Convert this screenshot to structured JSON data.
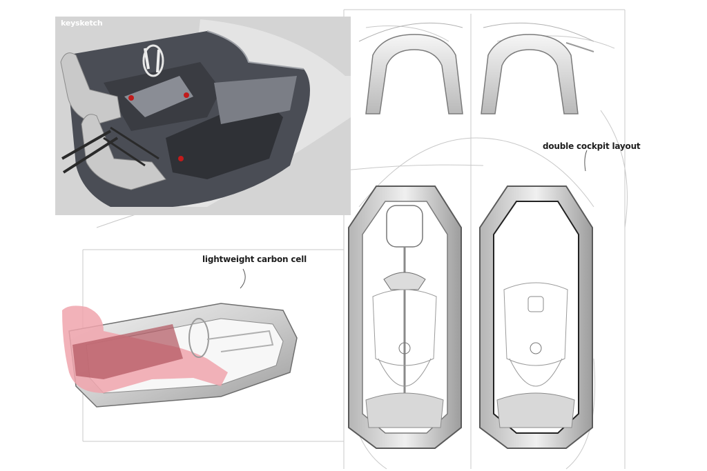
{
  "labels": {
    "keysketch": "keysketch",
    "double_cockpit": "double cockpit layout",
    "carbon_cell": "lightweight carbon cell"
  },
  "colors": {
    "panel_grey": "#d4d4d4",
    "tub_dark": "#4a4d55",
    "seat_light": "#c9c9c9",
    "accent_red": "#c21b1b",
    "driver_pink": "#f0a4ad",
    "sketch_line": "#8c8c8c"
  }
}
